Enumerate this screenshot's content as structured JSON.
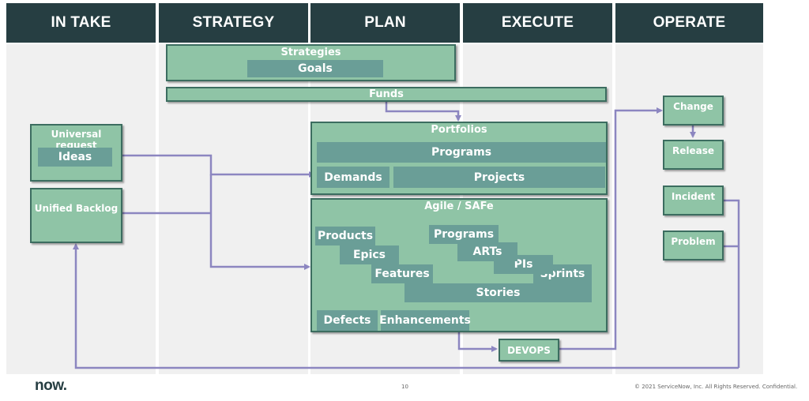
{
  "headers": [
    "IN TAKE",
    "STRATEGY",
    "PLAN",
    "EXECUTE",
    "OPERATE"
  ],
  "strategy": {
    "strategies": "Strategies",
    "goals": "Goals",
    "funds": "Funds"
  },
  "intake": {
    "universal_request": "Universal request",
    "ideas": "Ideas",
    "unified_backlog": "Unified Backlog"
  },
  "portfolios": {
    "title": "Portfolios",
    "programs": "Programs",
    "demands": "Demands",
    "projects": "Projects"
  },
  "agile": {
    "title": "Agile / SAFe",
    "products": "Products",
    "epics": "Epics",
    "features": "Features",
    "stories": "Stories",
    "programs": "Programs",
    "arts": "ARTs",
    "pis": "PIs",
    "sprints": "Sprints",
    "defects": "Defects",
    "enhancements": "Enhancements"
  },
  "devops": "DEVOPS",
  "operate": {
    "change": "Change",
    "release": "Release",
    "incident": "Incident",
    "problem": "Problem"
  },
  "footer": {
    "logo": "now.",
    "page": "10",
    "copyright": "© 2021 ServiceNow, Inc. All Rights Reserved. Confidential."
  },
  "colors": {
    "header_bg": "#263e42",
    "box_fill": "#8fc4a6",
    "inner_fill": "#6a9e97",
    "connector": "#8c86c0"
  }
}
